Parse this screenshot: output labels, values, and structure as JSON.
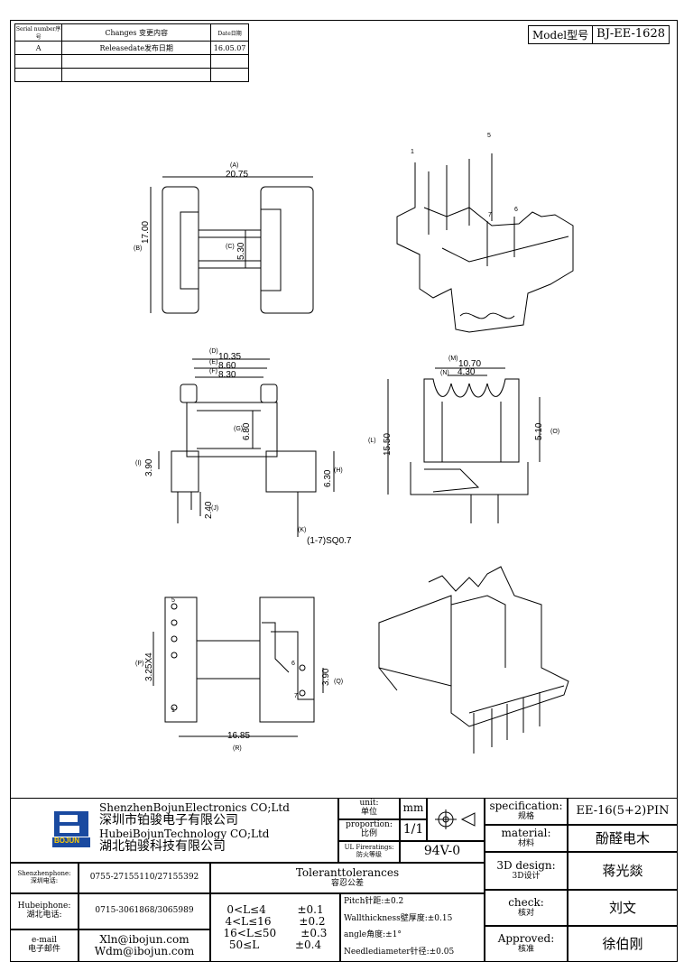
{
  "revision_table": {
    "headers": {
      "serial": "Serial number序号",
      "changes": "Changes 变更内容",
      "date": "Date日期"
    },
    "rows": [
      {
        "serial": "A",
        "change": "Releasedate发布日期",
        "date": "16.05.07"
      }
    ]
  },
  "model": {
    "label": "Model型号",
    "value": "BJ-EE-1628"
  },
  "drawing": {
    "top_view": {
      "width": "20.75",
      "width_ref": "(A)",
      "height": "17.00",
      "height_ref": "(B)",
      "core": "5.30",
      "core_ref": "(C)"
    },
    "front_view": {
      "d": "10.35",
      "d_ref": "(D)",
      "e": "8.60",
      "e_ref": "(E)",
      "f": "8.30",
      "f_ref": "(F)",
      "g": "6.80",
      "g_ref": "(G)",
      "h": "6.30",
      "h_ref": "(H)",
      "i": "3.90",
      "i_ref": "(I)",
      "j": "2.40",
      "j_ref": "(J)",
      "k_ref": "(K)",
      "pin": "(1-7)",
      "pin_sq": "SQ0.7"
    },
    "side_view": {
      "m": "10.70",
      "m_ref": "(M)",
      "n": "4.30",
      "n_ref": "(N)",
      "l": "15.50",
      "l_ref": "(L)",
      "o": "5.10",
      "o_ref": "(O)"
    },
    "bottom_view": {
      "p": "3.25X4",
      "p_ref": "(P)",
      "q": "3.90",
      "q_ref": "(Q)",
      "r": "16.85",
      "r_ref": "(R)",
      "pins": [
        "5",
        "1",
        "6",
        "7"
      ]
    },
    "iso_pins": [
      "1",
      "5",
      "7",
      "6"
    ]
  },
  "company": {
    "name_en_1": "ShenzhenBojunElectronics CO;Ltd",
    "name_cn_1": "深圳市铂骏电子有限公司",
    "name_en_2": "HubeiBojunTechnology CO;Ltd",
    "name_cn_2": "湖北铂骏科技有限公司",
    "logo_text": "BOJUN"
  },
  "title_block": {
    "unit_label": "unit:",
    "unit_cn": "单位",
    "unit_value": "mm",
    "proportion_label": "proportion:",
    "proportion_cn": "比例",
    "proportion_value": "1/1",
    "fire_label": "UL Fireratings:",
    "fire_cn": "防火等级",
    "fire_value": "94V-0",
    "spec_label": "specification:",
    "spec_cn": "规格",
    "spec_value": "EE-16(5+2)PIN",
    "material_label": "material:",
    "material_cn": "材料",
    "material_value": "酚醛电木",
    "design_label": "3D design:",
    "design_cn": "3D设计",
    "design_value": "蒋光燚",
    "check_label": "check:",
    "check_cn": "核对",
    "check_value": "刘文",
    "approved_label": "Approved:",
    "approved_cn": "核准",
    "approved_value": "徐伯刚"
  },
  "contacts": {
    "sz_label": "Shenzhenphone:",
    "sz_cn": "深圳电话:",
    "sz_value": "0755-27155110/27155392",
    "hb_label": "Hubeiphone:",
    "hb_cn": "湖北电话:",
    "hb_value": "0715-3061868/3065989",
    "email_label": "e-mail",
    "email_cn": "电子邮件",
    "email_1": "Xln@ibojun.com",
    "email_2": "Wdm@ibojun.com"
  },
  "tolerances": {
    "title": "Toleranttolerances",
    "title_cn": "容忍公差",
    "ranges": [
      {
        "range": "0<L≤4",
        "tol": "±0.1"
      },
      {
        "range": "4<L≤16",
        "tol": "±0.2"
      },
      {
        "range": "16<L≤50",
        "tol": "±0.3"
      },
      {
        "range": "50≤L",
        "tol": "±0.4"
      }
    ],
    "notes": [
      "Pitch针距:±0.2",
      "Wallthickness壁厚度:±0.15",
      "angle角度:±1°",
      "Needlediameter针径:±0.05"
    ]
  }
}
